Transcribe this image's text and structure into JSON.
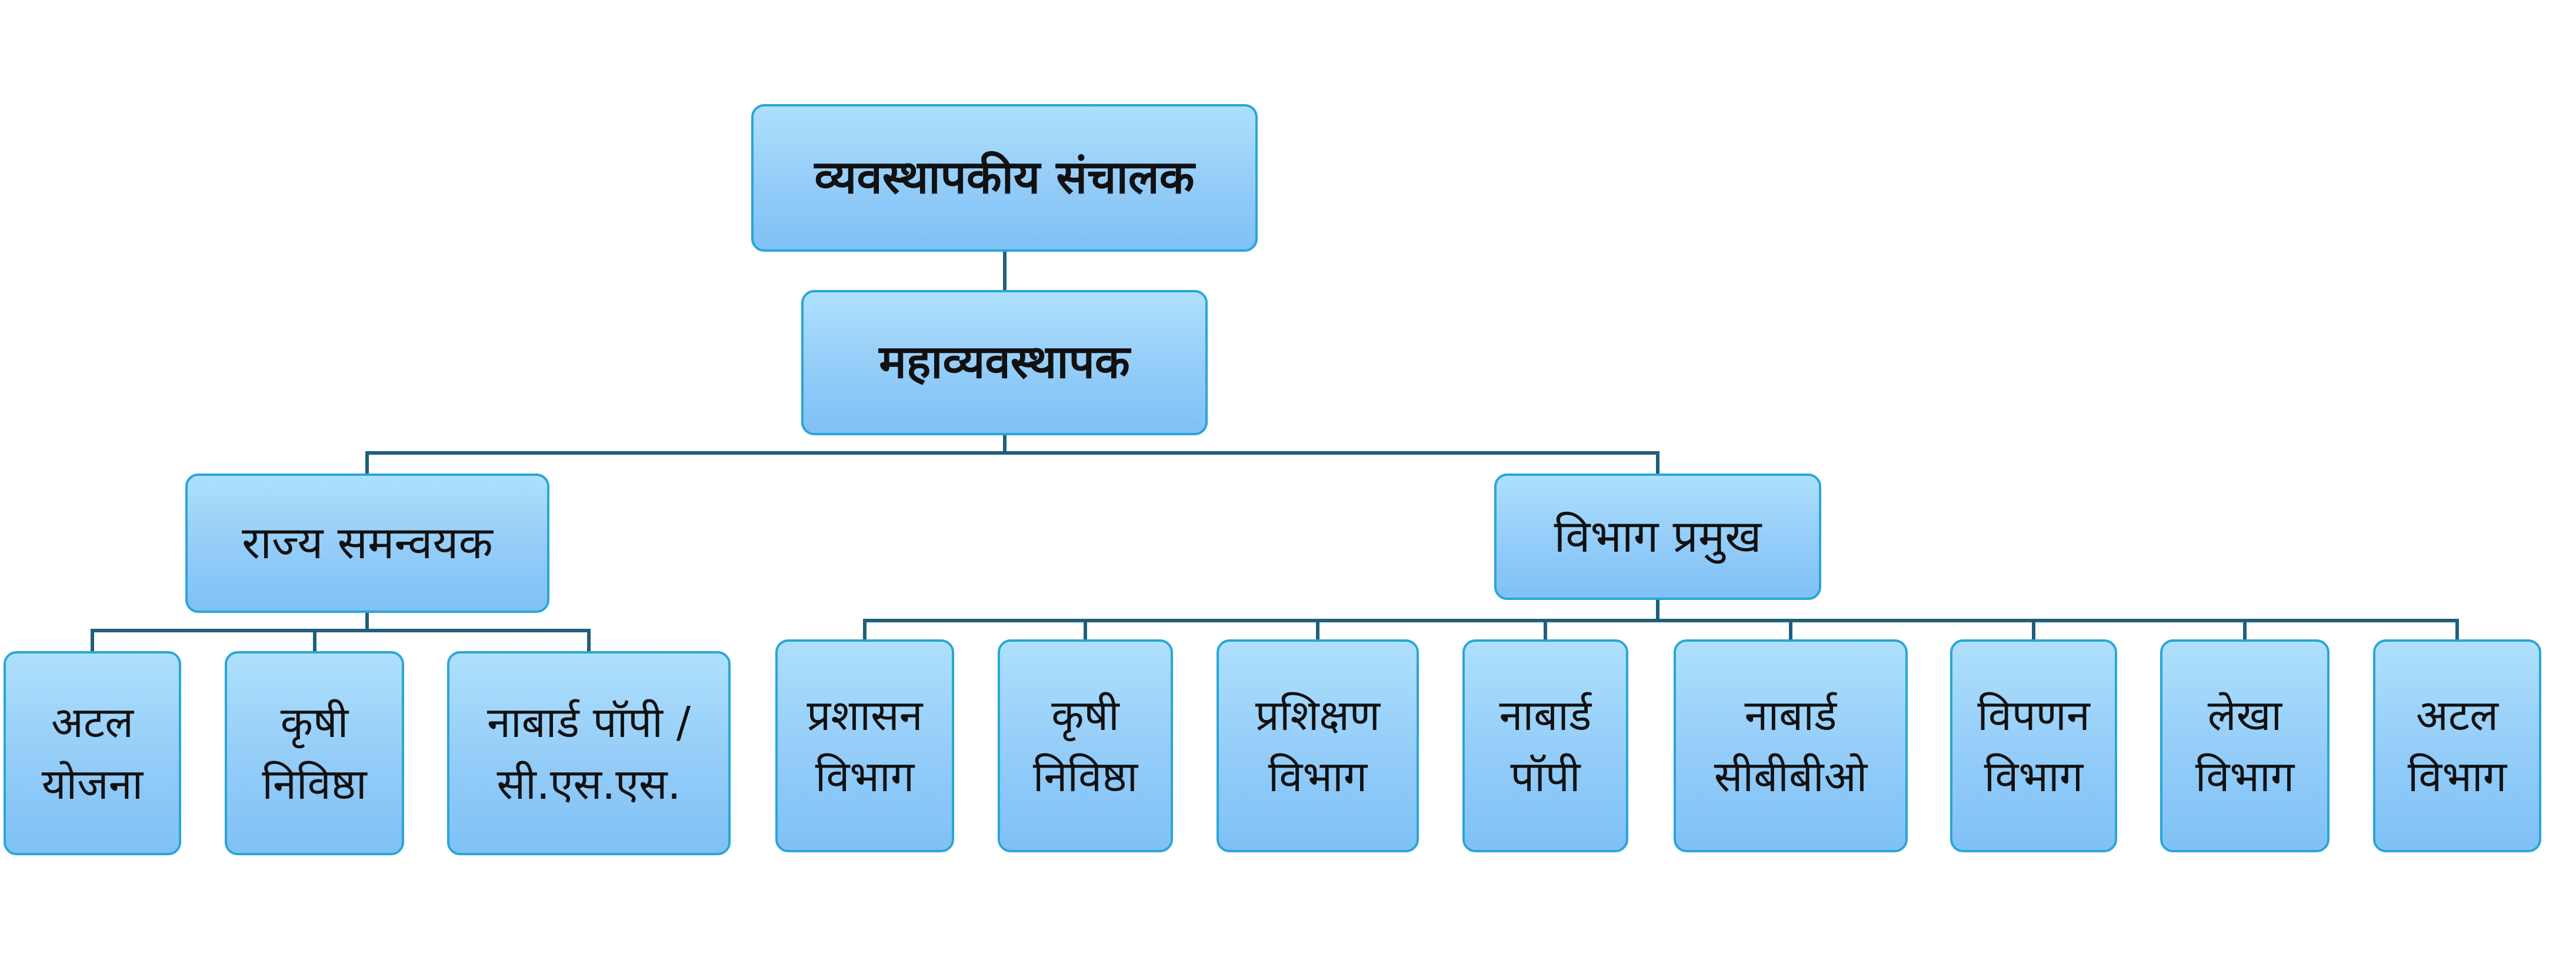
{
  "org_chart": {
    "root": {
      "label": "व्यवस्थापकीय संचालक"
    },
    "second": {
      "label": "महाव्यवस्थापक"
    },
    "branches": [
      {
        "label": "राज्य समन्वयक",
        "children": [
          {
            "label": "अटल\nयोजना"
          },
          {
            "label": "कृषी\nनिविष्ठा"
          },
          {
            "label": "नाबार्ड पॉपी /\nसी.एस.एस."
          }
        ]
      },
      {
        "label": "विभाग प्रमुख",
        "children": [
          {
            "label": "प्रशासन\nविभाग"
          },
          {
            "label": "कृषी\nनिविष्ठा"
          },
          {
            "label": "प्रशिक्षण\nविभाग"
          },
          {
            "label": "नाबार्ड\nपॉपी"
          },
          {
            "label": "नाबार्ड\nसीबीबीओ"
          },
          {
            "label": "विपणन\nविभाग"
          },
          {
            "label": "लेखा\nविभाग"
          },
          {
            "label": "अटल\nविभाग"
          }
        ]
      }
    ],
    "colors": {
      "box_fill_top": "#aee0fc",
      "box_fill_bottom": "#7fc1f6",
      "box_border": "#2aa6d6",
      "connector": "#1f5f7a"
    }
  }
}
